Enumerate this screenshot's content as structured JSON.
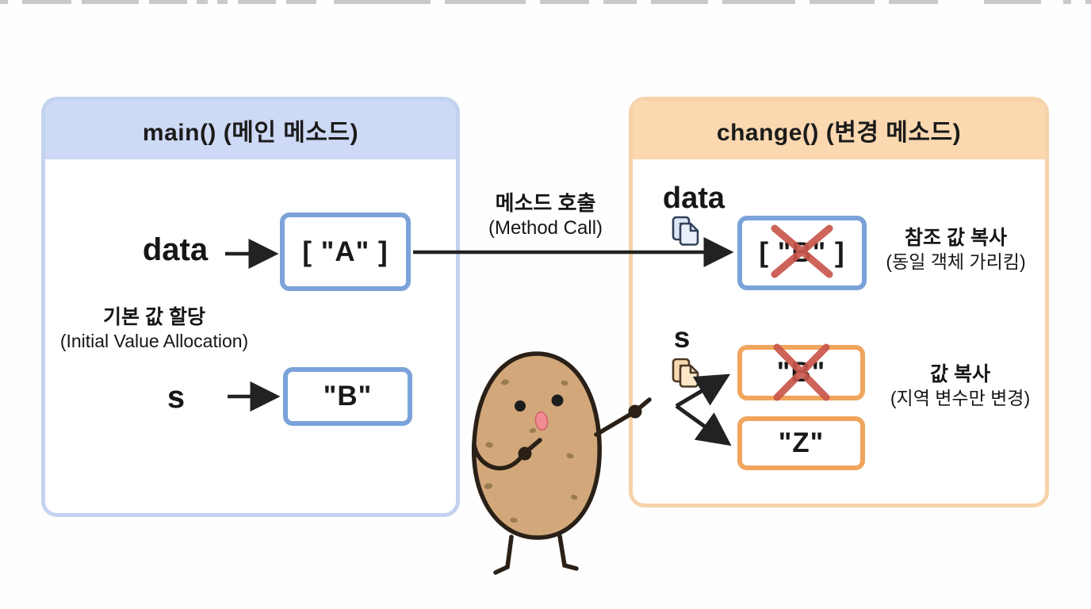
{
  "main_panel": {
    "title": "main() (메인 메소드)",
    "data_var": {
      "name": "data",
      "value": "[ \"A\" ]"
    },
    "s_var": {
      "name": "s",
      "value": "\"B\""
    },
    "assign_label": {
      "ko": "기본 값 할당",
      "sub": "(Initial Value Allocation)"
    }
  },
  "method_call_label": {
    "ko": "메소드 호출",
    "sub": "(Method Call)"
  },
  "change_panel": {
    "title": "change() (변경 메소드)",
    "data_var": {
      "name": "data",
      "value": "[ \"B\" ]",
      "crossed_out": true
    },
    "s_var": {
      "name": "s",
      "old_value": "\"B\"",
      "old_crossed_out": true,
      "new_value": "\"Z\""
    },
    "ref_copy_label": {
      "ko": "참조 값 복사",
      "sub": "(동일 객체 가리킴)"
    },
    "value_copy_label": {
      "ko": "값 복사",
      "sub": "(지역 변수만 변경)"
    }
  },
  "icons": {
    "data_copy_icon": "copy-pages-blue",
    "s_copy_icon": "copy-pages-orange",
    "mascot": "potato-character"
  },
  "colors": {
    "panel_blue_border": "#c3d3ef",
    "panel_blue_header": "#cdd9f5",
    "panel_orange_border": "#f6d3ab",
    "panel_orange_header": "#fbd8b0",
    "value_box_blue": "#7ba3da",
    "value_box_orange": "#f0a55c",
    "arrow": "#222222",
    "cross_red": "#c9564c",
    "potato_body": "#d2a87a"
  }
}
